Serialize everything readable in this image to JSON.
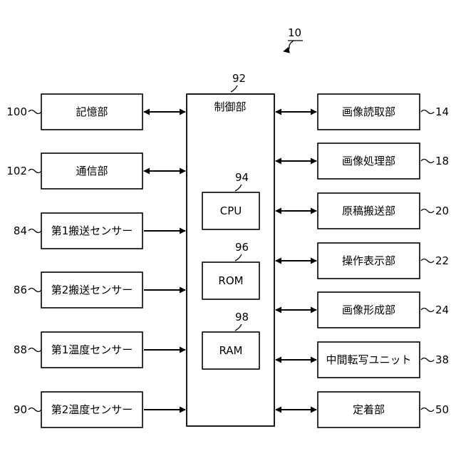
{
  "figure_ref": "10",
  "controller": {
    "label": "制御部",
    "ref": "92",
    "components": [
      {
        "label": "CPU",
        "ref": "94"
      },
      {
        "label": "ROM",
        "ref": "96"
      },
      {
        "label": "RAM",
        "ref": "98"
      }
    ]
  },
  "left_blocks": [
    {
      "label": "記憶部",
      "ref": "100",
      "bidirectional": true
    },
    {
      "label": "通信部",
      "ref": "102",
      "bidirectional": true
    },
    {
      "label": "第1搬送センサー",
      "ref": "84",
      "bidirectional": false
    },
    {
      "label": "第2搬送センサー",
      "ref": "86",
      "bidirectional": false
    },
    {
      "label": "第1温度センサー",
      "ref": "88",
      "bidirectional": false
    },
    {
      "label": "第2温度センサー",
      "ref": "90",
      "bidirectional": false
    }
  ],
  "right_blocks": [
    {
      "label": "画像読取部",
      "ref": "14"
    },
    {
      "label": "画像処理部",
      "ref": "18"
    },
    {
      "label": "原稿搬送部",
      "ref": "20"
    },
    {
      "label": "操作表示部",
      "ref": "22"
    },
    {
      "label": "画像形成部",
      "ref": "24"
    },
    {
      "label": "中間転写ユニット",
      "ref": "38"
    },
    {
      "label": "定着部",
      "ref": "50"
    }
  ]
}
